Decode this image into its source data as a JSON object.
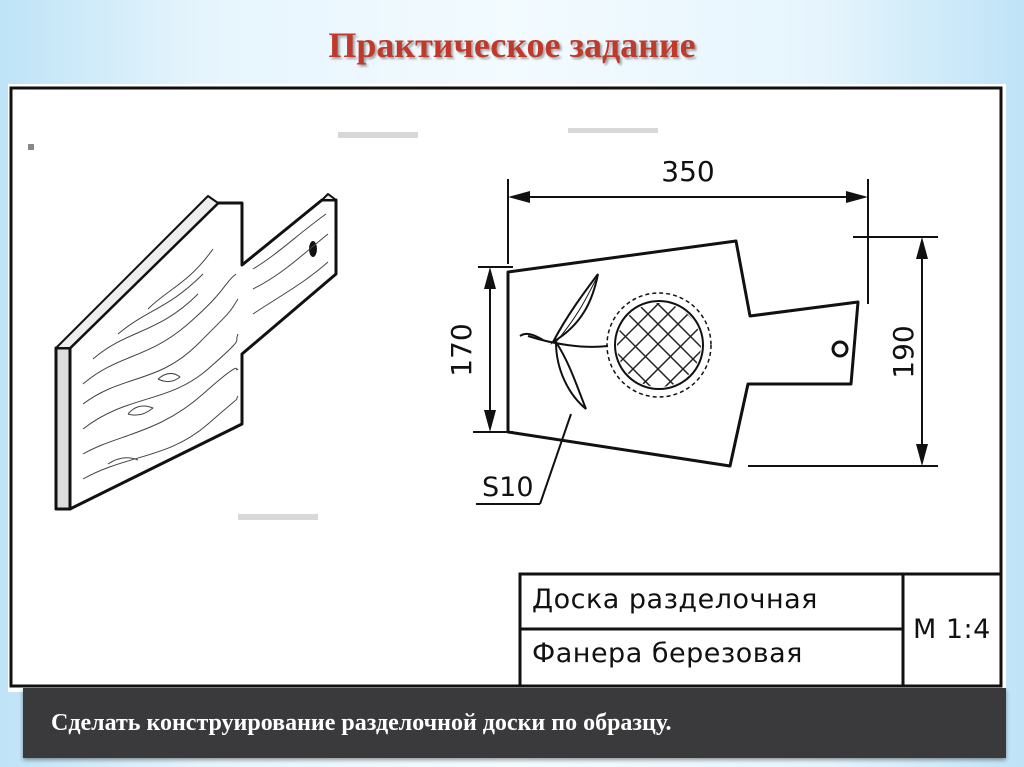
{
  "title": "Практическое задание",
  "drawing": {
    "dim_length": "350",
    "dim_left_height": "170",
    "dim_right_height": "190",
    "thickness_label": "S10",
    "stamp_name": "Доска разделочная",
    "stamp_material": "Фанера березовая",
    "stamp_scale": "М 1:4"
  },
  "banner": {
    "text": "Сделать конструирование разделочной доски по образцу."
  }
}
